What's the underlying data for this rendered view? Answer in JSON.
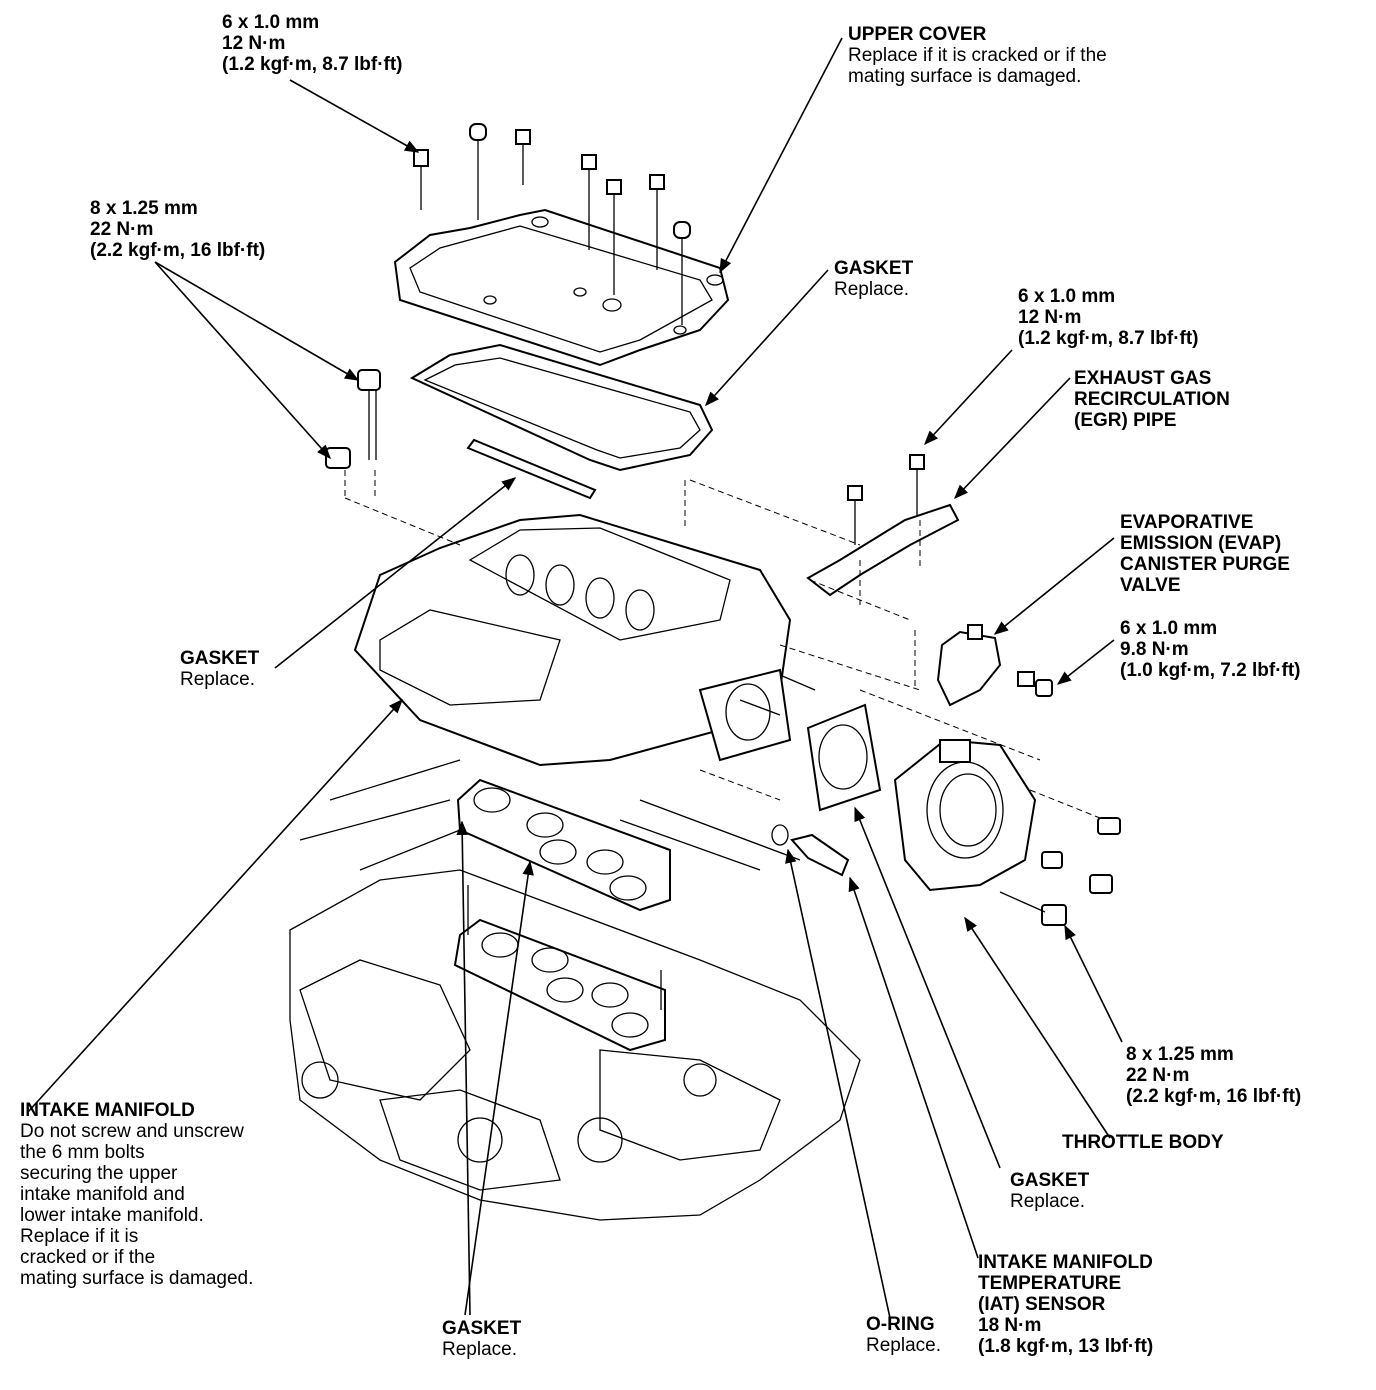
{
  "callouts": {
    "upper_bolt_spec": [
      "6 x 1.0 mm",
      "12 N·m",
      "(1.2 kgf·m, 8.7 lbf·ft)"
    ],
    "upper_cover": {
      "title": "UPPER COVER",
      "note": [
        "Replace if it is cracked or if the",
        "mating surface is damaged."
      ]
    },
    "stud_nut_spec": [
      "8 x 1.25 mm",
      "22 N·m",
      "(2.2 kgf·m, 16 lbf·ft)"
    ],
    "gasket_cover": {
      "title": "GASKET",
      "note": "Replace."
    },
    "egr_bolt_spec": [
      "6 x 1.0 mm",
      "12 N·m",
      "(1.2 kgf·m, 8.7 lbf·ft)"
    ],
    "egr_pipe": [
      "EXHAUST GAS",
      "RECIRCULATION",
      "(EGR) PIPE"
    ],
    "evap_valve": [
      "EVAPORATIVE",
      "EMISSION (EVAP)",
      "CANISTER PURGE",
      "VALVE"
    ],
    "evap_bolt_spec": [
      "6 x 1.0 mm",
      "9.8 N·m",
      "(1.0 kgf·m, 7.2 lbf·ft)"
    ],
    "gasket_left": {
      "title": "GASKET",
      "note": "Replace."
    },
    "throttle_bolt_spec": [
      "8 x 1.25 mm",
      "22 N·m",
      "(2.2 kgf·m, 16 lbf·ft)"
    ],
    "throttle_body": "THROTTLE BODY",
    "intake_manifold": {
      "title": "INTAKE MANIFOLD",
      "note": [
        "Do not screw and unscrew",
        "the 6 mm bolts",
        "securing the upper",
        "intake manifold and",
        "lower intake manifold.",
        "Replace if it is",
        "cracked or if the",
        "mating surface is damaged."
      ]
    },
    "gasket_throttle": {
      "title": "GASKET",
      "note": "Replace."
    },
    "iat_sensor": [
      "INTAKE MANIFOLD",
      "TEMPERATURE",
      "(IAT) SENSOR",
      "18 N·m",
      "(1.8 kgf·m, 13 lbf·ft)"
    ],
    "o_ring": {
      "title": "O-RING",
      "note": "Replace."
    },
    "gasket_bottom": {
      "title": "GASKET",
      "note": "Replace."
    }
  }
}
